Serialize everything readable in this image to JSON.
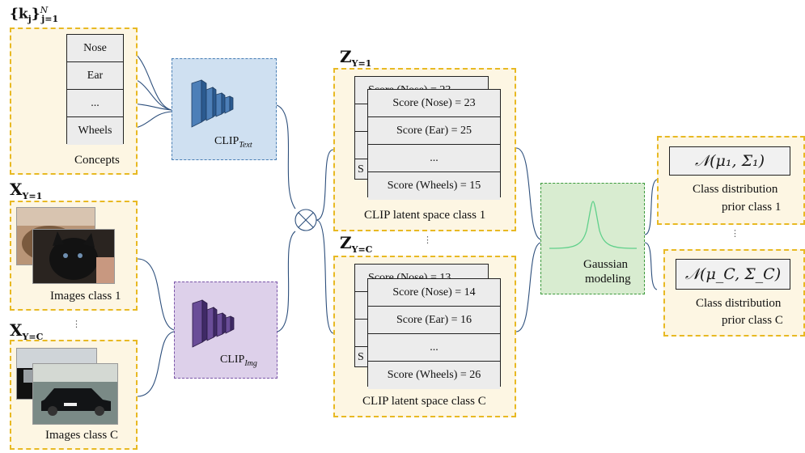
{
  "concepts": {
    "set_label": "{k",
    "set_sub": "j",
    "set_sup": "N",
    "set_range": "j=1",
    "items": [
      "Nose",
      "Ear",
      "...",
      "Wheels"
    ],
    "caption": "Concepts"
  },
  "clip_text": {
    "label": "CLIP",
    "sub": "Text"
  },
  "clip_img": {
    "label": "CLIP",
    "sub": "Img"
  },
  "x_class1": {
    "label": "X",
    "sub": "Y=1",
    "caption": "Images class 1"
  },
  "x_classC": {
    "label": "X",
    "sub": "Y=C",
    "caption": "Images class C",
    "dots": "⋮"
  },
  "latent1": {
    "label": "Z",
    "sub": "Y=1",
    "back_rows": [
      "Score (Nose) = 23",
      "",
      "",
      "S"
    ],
    "rows": [
      "Score (Nose) = 23",
      "Score (Ear) = 25",
      "...",
      "Score (Wheels) = 15"
    ],
    "caption": "CLIP latent space class 1"
  },
  "latentC": {
    "label": "Z",
    "sub": "Y=C",
    "dots": "⋮",
    "back_rows": [
      "Score (Nose) = 13",
      "",
      "",
      "S"
    ],
    "rows": [
      "Score (Nose) = 14",
      "Score (Ear) = 16",
      "...",
      "Score (Wheels) = 26"
    ],
    "caption": "CLIP latent space class C"
  },
  "gaussian": {
    "caption_line1": "Gaussian",
    "caption_line2": "modeling"
  },
  "prior1": {
    "formula": "𝒩(μ₁, Σ₁)",
    "caption_line1": "Class distribution",
    "caption_line2": "prior class 1"
  },
  "priorC": {
    "formula": "𝒩(μ_C, Σ_C)",
    "caption_line1": "Class distribution",
    "caption_line2": "prior class C",
    "dots": "⋮"
  },
  "colors": {
    "dashed_border": "#e8b923",
    "box_fill": "#fdf6e3",
    "clip_text_fill": "#cfe0f1",
    "clip_text_border": "#4a7fb5",
    "clip_img_fill": "#ddd0ea",
    "clip_img_border": "#7a55a8",
    "connector": "#2d4f7c",
    "gaussian_fill": "#d8ecd0",
    "gaussian_curve": "#5fd08a"
  }
}
